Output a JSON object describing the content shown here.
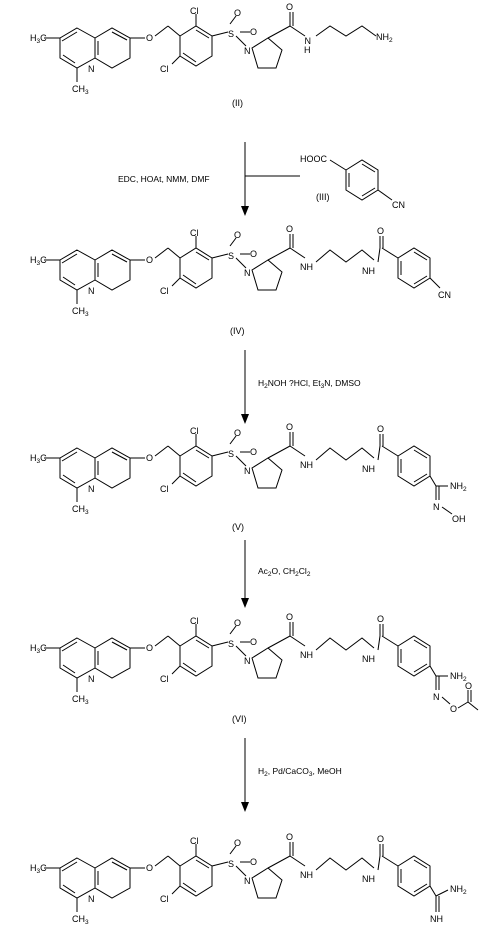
{
  "compounds": [
    {
      "label": "(II)"
    },
    {
      "label": "(IV)"
    },
    {
      "label": "(V)"
    },
    {
      "label": "(VI)"
    },
    {
      "label": ""
    }
  ],
  "core_atoms": {
    "methyl": "CH",
    "methyl_sub": "3",
    "methyl_left": "H",
    "methyl_left_sub": "3",
    "methyl_left_c": "C",
    "N": "N",
    "O": "O",
    "Cl": "Cl",
    "S": "S",
    "NH": "NH",
    "NH2": "NH",
    "NH2_sub": "2"
  },
  "substituents": {
    "amine": {
      "text": "NH",
      "sub": "2"
    },
    "nitrile": "CN",
    "amidoxime": {
      "nh2": "NH",
      "nh2_sub": "2",
      "n": "N",
      "oh": "OH"
    },
    "acetyl_amidoxime": {
      "nh2": "NH",
      "nh2_sub": "2",
      "n": "N",
      "o": "O",
      "o2": "O"
    },
    "amidine": {
      "nh2": "NH",
      "nh2_sub": "2",
      "nh": "NH"
    }
  },
  "reagent_III": {
    "label": "(III)",
    "hooc": "HOOC",
    "cn": "CN"
  },
  "steps": [
    {
      "reagents": "EDC, HOAt, NMM, DMF"
    },
    {
      "reagents_parts": [
        "H",
        "2",
        "NOH ?HCl, Et",
        "3",
        "N, DMSO"
      ]
    },
    {
      "reagents_parts": [
        "Ac",
        "2",
        "O, CH",
        "2",
        "Cl",
        "2"
      ]
    },
    {
      "reagents_parts": [
        "H",
        "2",
        ", Pd/CaCO",
        "3",
        ", MeOH"
      ]
    }
  ]
}
